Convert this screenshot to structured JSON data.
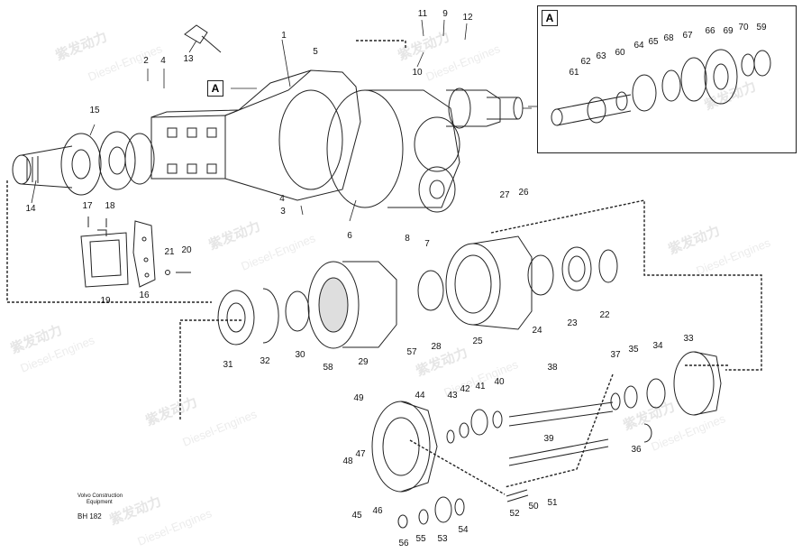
{
  "watermark": {
    "cn": "紫发动力",
    "en": "Diesel-Engines"
  },
  "detail_box": {
    "tag": "A"
  },
  "callout_tag": "A",
  "footer": {
    "line1": "Volvo Construction",
    "line2": "Equipment",
    "code": "BH 182"
  },
  "part_labels": {
    "p1": "1",
    "p2": "2",
    "p3": "3",
    "p4": "4",
    "p4b": "4",
    "p5": "5",
    "p6": "6",
    "p7": "7",
    "p8": "8",
    "p9": "9",
    "p10": "10",
    "p11": "11",
    "p12": "12",
    "p13": "13",
    "p14": "14",
    "p15": "15",
    "p16": "16",
    "p17": "17",
    "p18": "18",
    "p19": "19",
    "p20": "20",
    "p21": "21",
    "p22": "22",
    "p23": "23",
    "p24": "24",
    "p25": "25",
    "p26": "26",
    "p27": "27",
    "p28": "28",
    "p29": "29",
    "p30": "30",
    "p31": "31",
    "p32": "32",
    "p33": "33",
    "p34": "34",
    "p35": "35",
    "p36": "36",
    "p37": "37",
    "p38": "38",
    "p39": "39",
    "p40": "40",
    "p41": "41",
    "p42": "42",
    "p43": "43",
    "p44": "44",
    "p45": "45",
    "p46": "46",
    "p47": "47",
    "p48": "48",
    "p49": "49",
    "p50": "50",
    "p51": "51",
    "p52": "52",
    "p53": "53",
    "p54": "54",
    "p55": "55",
    "p56": "56",
    "p57": "57",
    "p58": "58",
    "p59": "59",
    "p60": "60",
    "p61": "61",
    "p62": "62",
    "p63": "63",
    "p64": "64",
    "p65": "65",
    "p66": "66",
    "p67": "67",
    "p68": "68",
    "p69": "69",
    "p70": "70"
  }
}
